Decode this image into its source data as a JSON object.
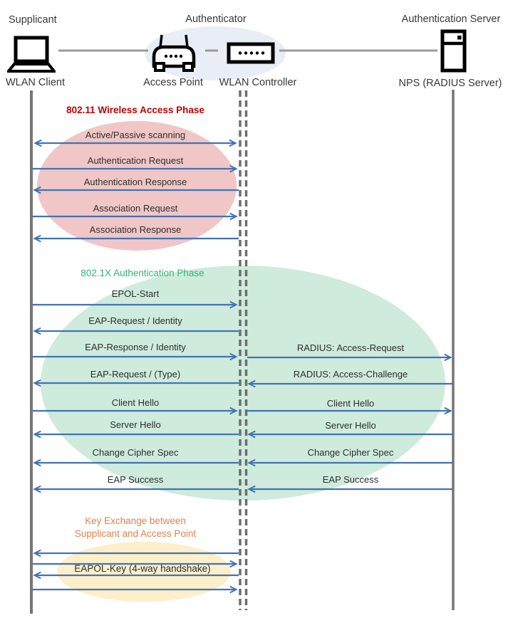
{
  "actors": {
    "supplicant": {
      "role": "Supplicant",
      "device": "WLAN Client"
    },
    "authenticator": {
      "role": "Authenticator",
      "access_point": "Access Point",
      "controller": "WLAN Controller"
    },
    "server": {
      "role": "Authentication Server",
      "device": "NPS (RADIUS Server)"
    }
  },
  "phases": {
    "p80211": {
      "title": "802.11 Wireless Access Phase",
      "color": "#C00000",
      "bubble_color": "#F0C6C6"
    },
    "p8021x": {
      "title": "802.1X Authentication Phase",
      "color": "#2EB573",
      "bubble_color": "#CEEBDC"
    },
    "key_exchange": {
      "title_line1": "Key Exchange between",
      "title_line2": "Supplicant and Access Point",
      "color": "#E2824D",
      "bubble_color": "#FCEFC9"
    }
  },
  "messages": {
    "scanning": "Active/Passive scanning",
    "auth_request": "Authentication Request",
    "auth_response": "Authentication Response",
    "assoc_request": "Association Request",
    "assoc_response": "Association Response",
    "epol_start": "EPOL-Start",
    "eap_request_identity": "EAP-Request / Identity",
    "eap_response_identity": "EAP-Response / Identity",
    "radius_access_request": "RADIUS: Access-Request",
    "eap_request_type": "EAP-Request / (Type)",
    "radius_access_challenge": "RADIUS: Access-Challenge",
    "client_hello_left": "Client Hello",
    "client_hello_right": "Client Hello",
    "server_hello_left": "Server Hello",
    "server_hello_right": "Server Hello",
    "change_cipher_left": "Change Cipher Spec",
    "change_cipher_right": "Change Cipher Spec",
    "eap_success_left": "EAP Success",
    "eap_success_right": "EAP Success",
    "eapol_key": "EAPOL-Key (4-way handshake)"
  },
  "colors": {
    "arrow": "#4173B4",
    "lifeline": "#757575",
    "connector": "#9C9C9C",
    "authenticator_bubble": "#E9EDF6"
  }
}
